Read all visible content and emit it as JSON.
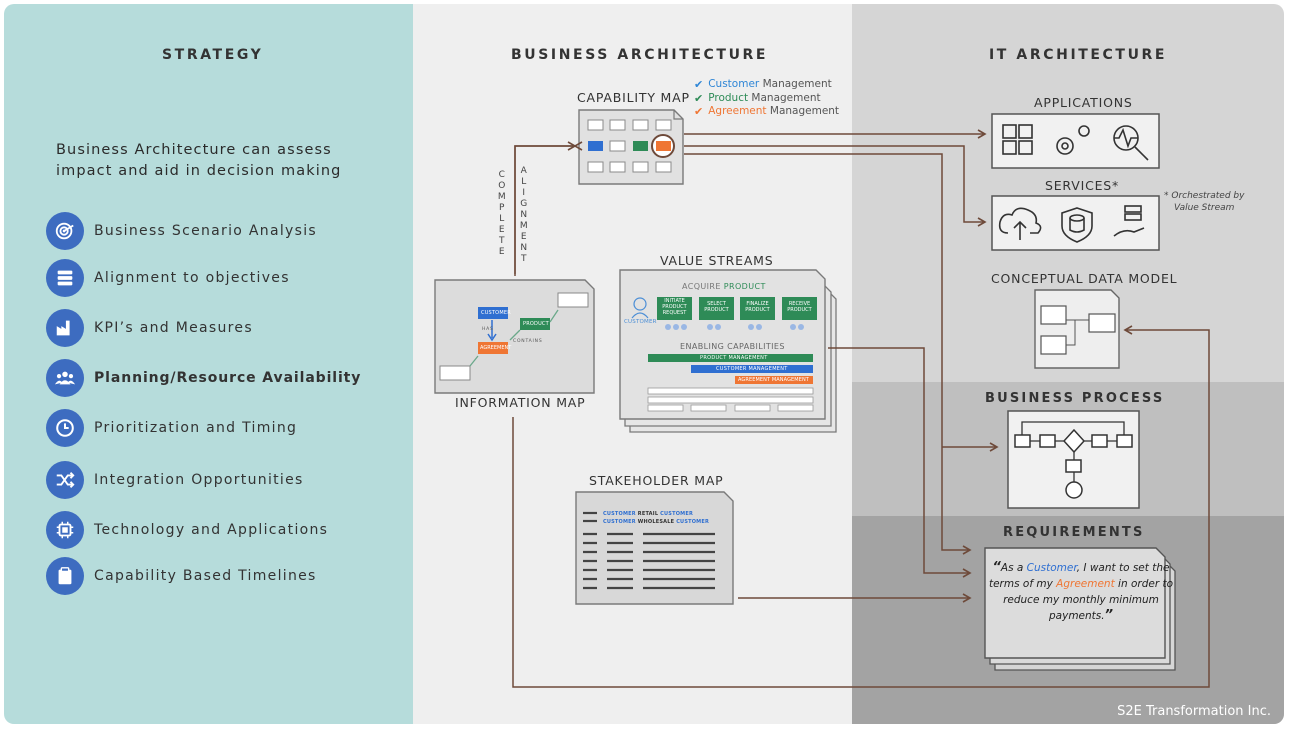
{
  "columns": {
    "strategy": "STRATEGY",
    "business_architecture": "BUSINESS ARCHITECTURE",
    "it_architecture": "IT ARCHITECTURE"
  },
  "strategy": {
    "intro_line1": "Business Architecture can assess",
    "intro_line2": "impact and aid in decision making",
    "items": [
      {
        "label": "Business Scenario Analysis",
        "icon": "target-icon"
      },
      {
        "label": "Alignment to objectives",
        "icon": "layers-icon"
      },
      {
        "label": "KPI’s and Measures",
        "icon": "factory-icon"
      },
      {
        "label": "Planning/Resource Availability",
        "icon": "people-icon",
        "bold": true
      },
      {
        "label": "Prioritization and Timing",
        "icon": "clock-icon"
      },
      {
        "label": "Integration Opportunities",
        "icon": "shuffle-icon"
      },
      {
        "label": "Technology and Applications",
        "icon": "chip-icon"
      },
      {
        "label": "Capability Based Timelines",
        "icon": "clipboard-icon"
      }
    ]
  },
  "business_architecture": {
    "capability_map": "CAPABILITY MAP",
    "legend": [
      {
        "highlight": "Customer",
        "rest": " Management",
        "color": "#2f86d6"
      },
      {
        "highlight": "Product",
        "rest": " Management",
        "color": "#2e8b57"
      },
      {
        "highlight": "Agreement",
        "rest": " Management",
        "color": "#ef7634"
      }
    ],
    "complete": "COMPLETE",
    "alignment": "ALIGNMENT",
    "information_map": "INFORMATION MAP",
    "info_nodes": {
      "customer": "CUSTOMER",
      "product": "PRODUCT",
      "agreement": "AGREEMENT",
      "has": "HAS",
      "contains": "CONTAINS"
    },
    "value_streams": "VALUE STREAMS",
    "vs": {
      "acquire": "ACQUIRE",
      "product": "PRODUCT",
      "stages": [
        "INITIATE PRODUCT REQUEST",
        "SELECT PRODUCT",
        "FINALIZE PRODUCT",
        "RECEIVE PRODUCT"
      ],
      "customer": "CUSTOMER",
      "enabling": "ENABLING CAPABILITIES",
      "cap_product": "PRODUCT MANAGEMENT",
      "cap_customer": "CUSTOMER MANAGEMENT",
      "cap_agreement": "AGREEMENT MANAGEMENT"
    },
    "stakeholder_map": "STAKEHOLDER MAP",
    "sh": {
      "row1_a": "CUSTOMER",
      "row1_b": "RETAIL",
      "row1_c": "CUSTOMER",
      "row2_a": "CUSTOMER",
      "row2_b": "WHOLESALE",
      "row2_c": "CUSTOMER"
    }
  },
  "it_architecture": {
    "applications": "APPLICATIONS",
    "services": "SERVICES*",
    "footnote_1": "* Orchestrated by",
    "footnote_2": "Value Stream",
    "conceptual_data_model": "CONCEPTUAL DATA MODEL",
    "business_process": "BUSINESS PROCESS",
    "requirements": "REQUIREMENTS",
    "quote": {
      "open": "“",
      "p1": "As a ",
      "customer": "Customer",
      "p2": ", I want to set the terms of my ",
      "agreement": "Agreement",
      "p3": " in order to reduce my monthly minimum payments.",
      "close": "”"
    }
  },
  "brand": "S2E Transformation Inc.",
  "colors": {
    "strategy_bg": "#b6dcdb",
    "icon_blue": "#3d6cc0",
    "arrow_brown": "#6e4a3a",
    "customer_blue": "#2f6fd1",
    "product_green": "#2e8b57",
    "agreement_orange": "#ef7634"
  }
}
